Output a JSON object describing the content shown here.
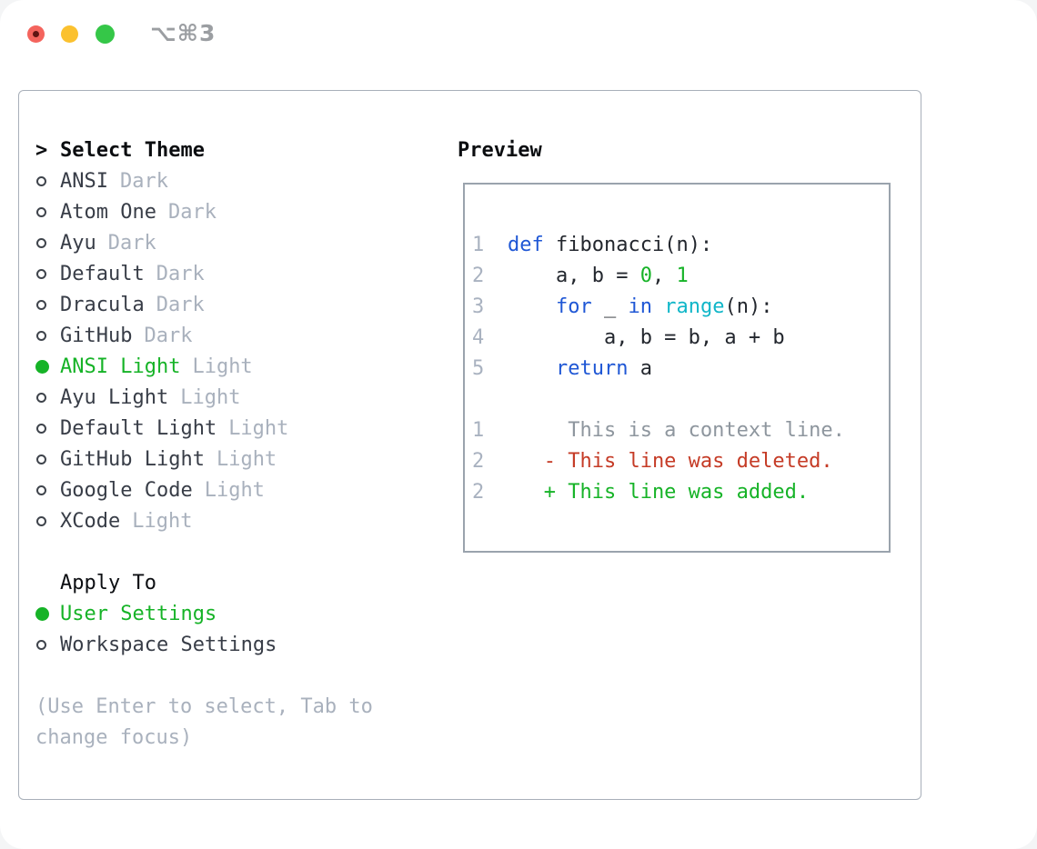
{
  "titlebar": {
    "shortcut_label": "⌥⌘3",
    "traffic_light_icons": [
      "close-icon",
      "minimize-icon",
      "maximize-icon"
    ]
  },
  "select_theme": {
    "prompt_icon": ">",
    "header": "Select Theme",
    "items": [
      {
        "name": "ANSI",
        "variant": "Dark",
        "selected": false
      },
      {
        "name": "Atom One",
        "variant": "Dark",
        "selected": false
      },
      {
        "name": "Ayu",
        "variant": "Dark",
        "selected": false
      },
      {
        "name": "Default",
        "variant": "Dark",
        "selected": false
      },
      {
        "name": "Dracula",
        "variant": "Dark",
        "selected": false
      },
      {
        "name": "GitHub",
        "variant": "Dark",
        "selected": false
      },
      {
        "name": "ANSI Light",
        "variant": "Light",
        "selected": true
      },
      {
        "name": "Ayu Light",
        "variant": "Light",
        "selected": false
      },
      {
        "name": "Default Light",
        "variant": "Light",
        "selected": false
      },
      {
        "name": "GitHub Light",
        "variant": "Light",
        "selected": false
      },
      {
        "name": "Google Code",
        "variant": "Light",
        "selected": false
      },
      {
        "name": "XCode",
        "variant": "Light",
        "selected": false
      }
    ]
  },
  "apply_to": {
    "header": "Apply To",
    "items": [
      {
        "name": "User Settings",
        "selected": true
      },
      {
        "name": "Workspace Settings",
        "selected": false
      }
    ]
  },
  "help_lines": [
    "(Use Enter to select, Tab to",
    "change focus)"
  ],
  "preview": {
    "header": "Preview",
    "lines": [
      {
        "num": "1",
        "segments": [
          {
            "t": "def",
            "c": "blue"
          },
          {
            "t": " fibonacci(n):",
            "c": "fg"
          }
        ]
      },
      {
        "num": "2",
        "segments": [
          {
            "t": "    a, b = ",
            "c": "fg"
          },
          {
            "t": "0",
            "c": "green"
          },
          {
            "t": ", ",
            "c": "fg"
          },
          {
            "t": "1",
            "c": "green"
          }
        ]
      },
      {
        "num": "3",
        "segments": [
          {
            "t": "    ",
            "c": "fg"
          },
          {
            "t": "for",
            "c": "blue"
          },
          {
            "t": " _ ",
            "c": "fg"
          },
          {
            "t": "in",
            "c": "blue"
          },
          {
            "t": " ",
            "c": "fg"
          },
          {
            "t": "range",
            "c": "cyan"
          },
          {
            "t": "(n):",
            "c": "fg"
          }
        ]
      },
      {
        "num": "4",
        "segments": [
          {
            "t": "        a, b = b, a + b",
            "c": "fg"
          }
        ]
      },
      {
        "num": "5",
        "segments": [
          {
            "t": "    ",
            "c": "fg"
          },
          {
            "t": "return",
            "c": "blue"
          },
          {
            "t": " a",
            "c": "fg"
          }
        ]
      },
      {
        "num": "",
        "segments": []
      },
      {
        "num": "1",
        "segments": [
          {
            "t": "     This is a context line.",
            "c": "ctx"
          }
        ]
      },
      {
        "num": "2",
        "segments": [
          {
            "t": "   - This line was deleted.",
            "c": "red"
          }
        ]
      },
      {
        "num": "2",
        "segments": [
          {
            "t": "   + This line was added.",
            "c": "green"
          }
        ]
      }
    ]
  },
  "colors": {
    "accent_green": "#16b327",
    "keyword_blue": "#1f57d5",
    "function_cyan": "#10b6c8",
    "deleted_red": "#c53b26",
    "muted_gray": "#a9b1bd",
    "line_number_gray": "#a9b2c0",
    "border_gray": "#9aa3ad",
    "traffic_red": "#f4645d",
    "traffic_yellow": "#fbc12f",
    "traffic_green": "#35c748"
  }
}
